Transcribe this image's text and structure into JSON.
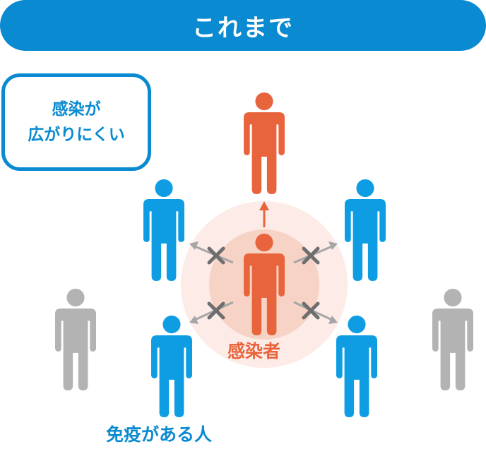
{
  "header": {
    "title": "これまで"
  },
  "note": {
    "line1": "感染が",
    "line2": "広がりにくい"
  },
  "labels": {
    "infected": "感染者",
    "immune": "免疫がある人"
  },
  "colors": {
    "blue": "#0a8ad1",
    "person_blue": "#0e9de3",
    "orange": "#e8643c",
    "gray": "#b3b3b3",
    "halo_outer": "#fcebe6",
    "halo_inner": "#f7d3c6",
    "arrow_gray": "#a6a6a6",
    "cross": "#6e6e6e"
  },
  "people": [
    {
      "role": "infected-target",
      "color": "orange"
    },
    {
      "role": "infected-source",
      "color": "orange"
    },
    {
      "role": "immune",
      "color": "blue"
    },
    {
      "role": "immune",
      "color": "blue"
    },
    {
      "role": "immune",
      "color": "blue"
    },
    {
      "role": "immune",
      "color": "blue"
    },
    {
      "role": "other",
      "color": "gray"
    },
    {
      "role": "other",
      "color": "gray"
    }
  ]
}
